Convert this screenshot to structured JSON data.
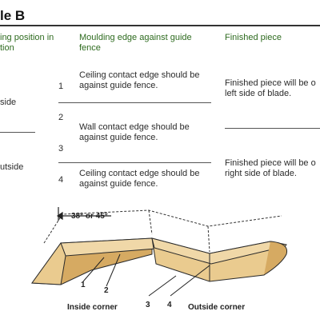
{
  "title": "le B",
  "headers": {
    "position": "ing position in\ntion",
    "moulding_edge": "Moulding edge against guide\nfence",
    "finished": "Finished piece"
  },
  "left_labels": {
    "inside": "side",
    "outside": "utside"
  },
  "rows": [
    {
      "number": "1",
      "edge": "Ceiling contact edge should be\nagainst guide fence.",
      "finished": "Finished piece will be o\nleft side of blade."
    },
    {
      "number": "2",
      "edge": "",
      "finished": ""
    },
    {
      "number": "3",
      "edge": "Wall contact edge should be\nagainst guide fence.",
      "finished": ""
    },
    {
      "number": "4",
      "edge": "Ceiling contact edge should be\nagainst guide fence.",
      "finished": "Finished piece will be o\nright side of blade."
    }
  ],
  "diagram": {
    "angle_label": "38° or 45°",
    "inside_corner_label": "Inside corner",
    "outside_corner_label": "Outside corner",
    "callouts": [
      "1",
      "2",
      "3",
      "4"
    ],
    "colors": {
      "wood": "#eacb8f",
      "wood_dark": "#d6aa62",
      "line": "#2a2a2a"
    }
  }
}
